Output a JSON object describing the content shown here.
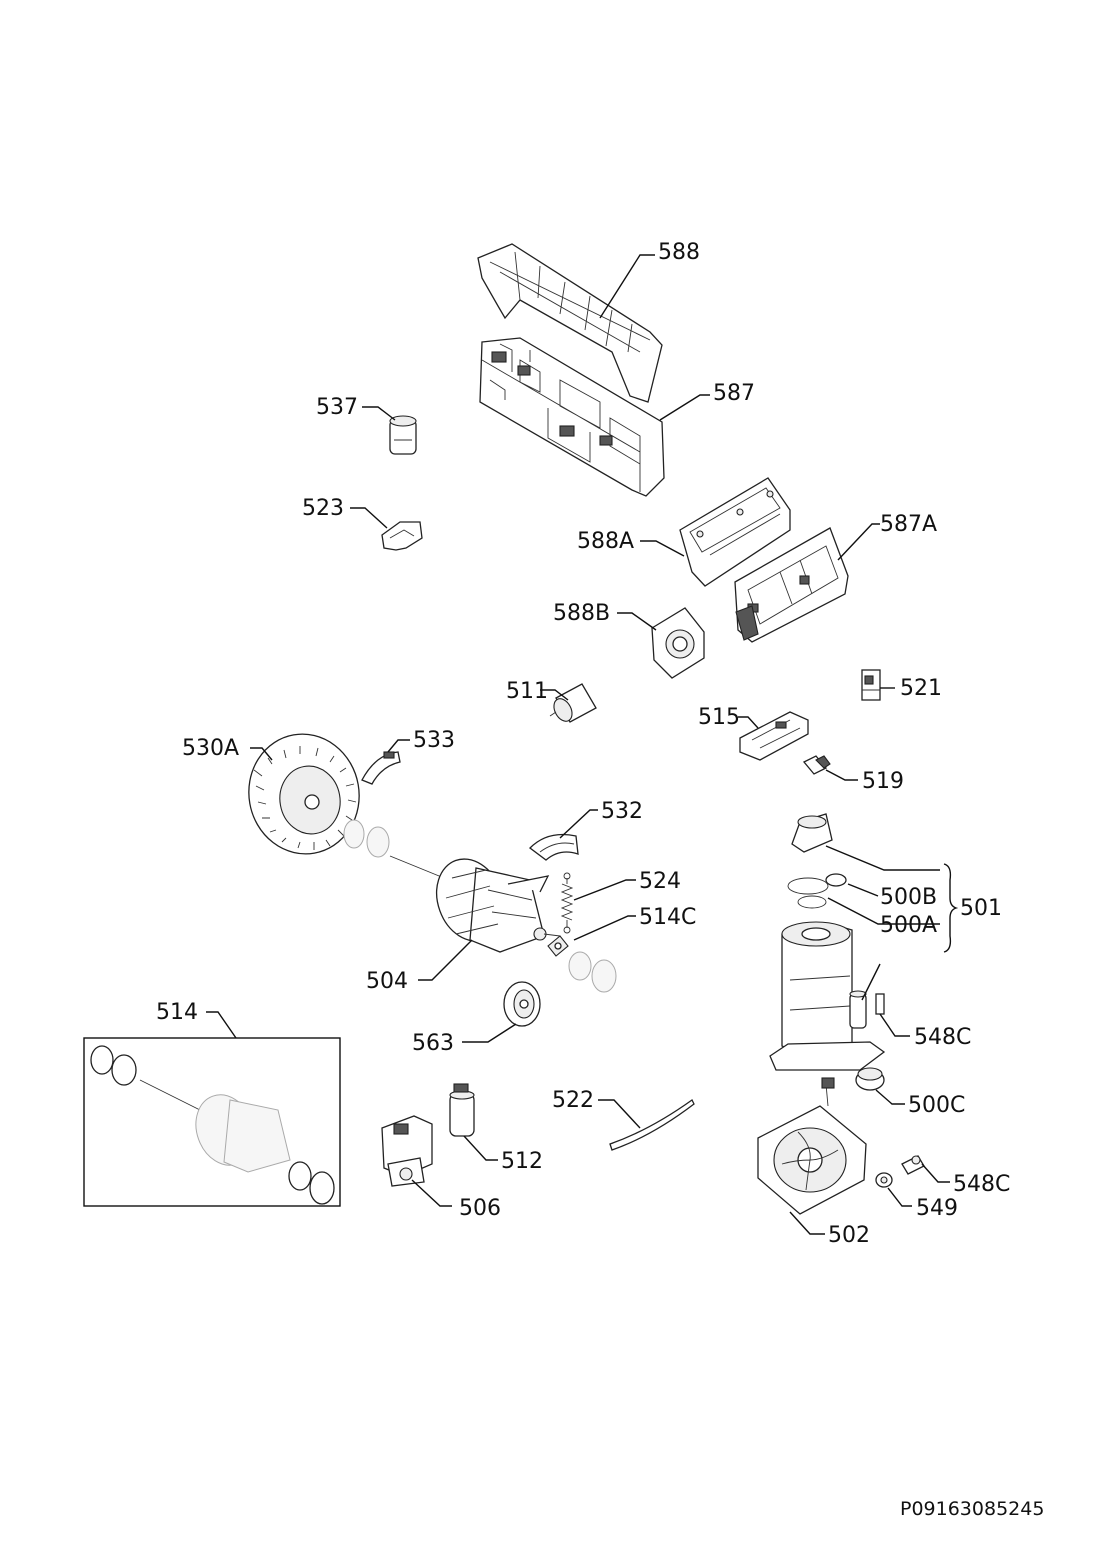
{
  "labels": {
    "l588": "588",
    "l587": "587",
    "l537": "537",
    "l523": "523",
    "l588A": "588A",
    "l587A": "587A",
    "l588B": "588B",
    "l511": "511",
    "l521": "521",
    "l515": "515",
    "l530A": "530A",
    "l533": "533",
    "l519": "519",
    "l532": "532",
    "l524": "524",
    "l514C": "514C",
    "l500B": "500B",
    "l500A": "500A",
    "l501": "501",
    "l504": "504",
    "l514": "514",
    "l563": "563",
    "l548C_a": "548C",
    "l522": "522",
    "l500C": "500C",
    "l512": "512",
    "l548C_b": "548C",
    "l549": "549",
    "l506": "506",
    "l502": "502"
  },
  "document_code": "P09163085245"
}
